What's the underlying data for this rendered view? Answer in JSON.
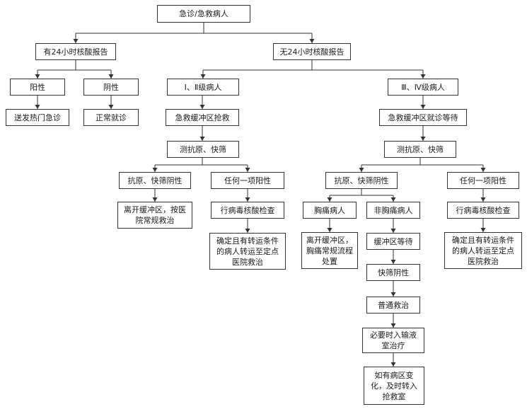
{
  "diagram": {
    "nodes": {
      "root": "急诊/急救病人",
      "has24": "有24小时核酸报告",
      "no24": "无24小时核酸报告",
      "pos": "阳性",
      "neg": "阴性",
      "fever": "送发热门急诊",
      "normal": "正常就诊",
      "g12": "Ⅰ、Ⅱ级病人",
      "g34": "Ⅲ、Ⅳ级病人",
      "rescue": "急救缓冲区抢救",
      "wait": "急救缓冲区就诊等待",
      "test_l": "测抗原、快筛",
      "test_r": "测抗原、快筛",
      "neg_l": "抗原、快筛阴性",
      "pos_l": "任何一项阳性",
      "leave_l": "离开缓冲区，按医\n院常规救治",
      "nat_l": "行病毒核酸检查",
      "transfer_l": "确定且有转运条件\n的病人转运至定点\n医院救治",
      "neg_r": "抗原、快筛阴性",
      "pos_r": "任何一项阳性",
      "chest": "胸痛病人",
      "nonchest": "非胸痛病人",
      "leave_chest": "离开缓冲区，\n胸痛常规流程\n处置",
      "buffer_wait": "缓冲区等待",
      "quick_neg": "快筛阴性",
      "general": "普通救治",
      "infusion": "必要时入输液\n室治疗",
      "icu": "如有病区变\n化，及时转入\n抢救室",
      "nat_r": "行病毒核酸检查",
      "transfer_r": "确定且有转运条件\n的病人转运至定点\n医院救治"
    }
  }
}
